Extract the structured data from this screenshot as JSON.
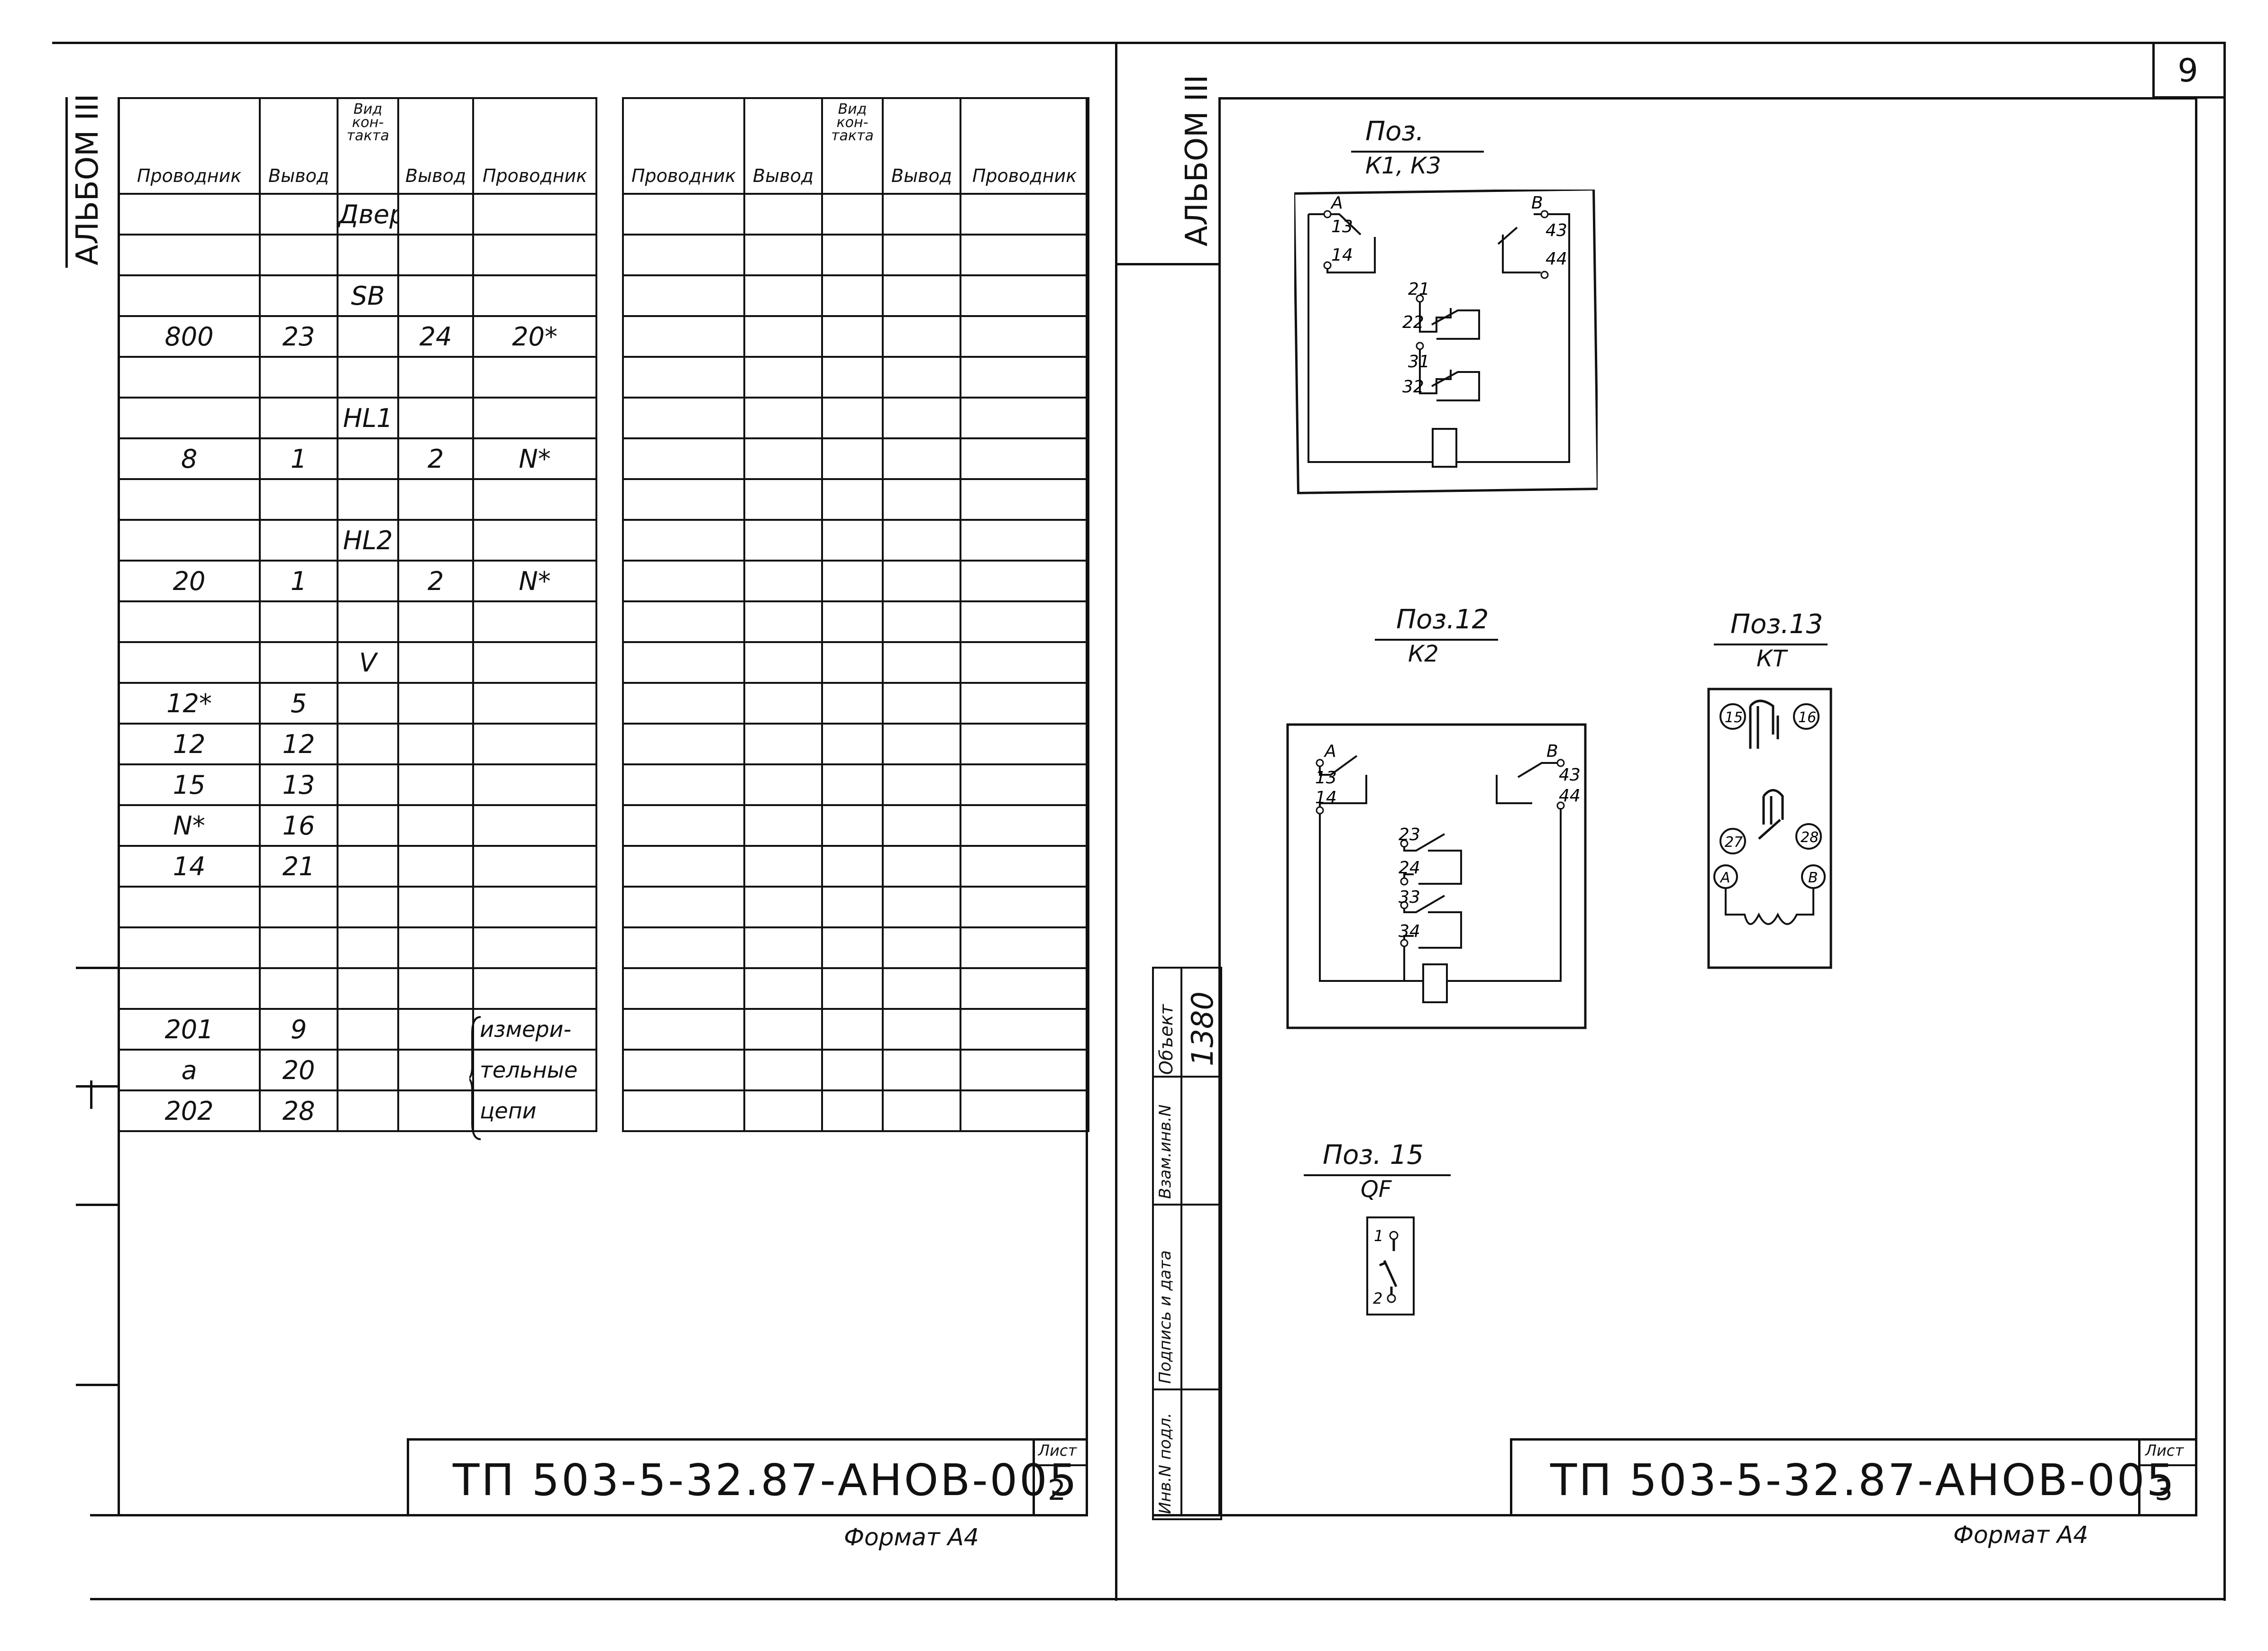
{
  "sheet_corner_number": "9",
  "album_label": "АЛЬБОМ III",
  "left_sheet": {
    "headers": [
      "Проводник",
      "Вывод",
      "Вид кон-такта",
      "Вывод",
      "Проводник"
    ],
    "right_headers": [
      "Проводник",
      "Вывод",
      "Вид кон-такта",
      "Вывод",
      "Проводник"
    ],
    "rows": [
      {
        "c0": "",
        "c1": "",
        "c2": "Дверь",
        "c3": "",
        "c4": ""
      },
      {
        "c0": "",
        "c1": "",
        "c2": "",
        "c3": "",
        "c4": ""
      },
      {
        "c0": "",
        "c1": "",
        "c2": "SB",
        "c3": "",
        "c4": ""
      },
      {
        "c0": "800",
        "c1": "23",
        "c2": "",
        "c3": "24",
        "c4": "20*"
      },
      {
        "c0": "",
        "c1": "",
        "c2": "",
        "c3": "",
        "c4": ""
      },
      {
        "c0": "",
        "c1": "",
        "c2": "HL1",
        "c3": "",
        "c4": ""
      },
      {
        "c0": "8",
        "c1": "1",
        "c2": "",
        "c3": "2",
        "c4": "N*"
      },
      {
        "c0": "",
        "c1": "",
        "c2": "",
        "c3": "",
        "c4": ""
      },
      {
        "c0": "",
        "c1": "",
        "c2": "HL2",
        "c3": "",
        "c4": ""
      },
      {
        "c0": "20",
        "c1": "1",
        "c2": "",
        "c3": "2",
        "c4": "N*"
      },
      {
        "c0": "",
        "c1": "",
        "c2": "",
        "c3": "",
        "c4": ""
      },
      {
        "c0": "",
        "c1": "",
        "c2": "V",
        "c3": "",
        "c4": ""
      },
      {
        "c0": "12*",
        "c1": "5",
        "c2": "",
        "c3": "",
        "c4": ""
      },
      {
        "c0": "12",
        "c1": "12",
        "c2": "",
        "c3": "",
        "c4": ""
      },
      {
        "c0": "15",
        "c1": "13",
        "c2": "",
        "c3": "",
        "c4": ""
      },
      {
        "c0": "N*",
        "c1": "16",
        "c2": "",
        "c3": "",
        "c4": ""
      },
      {
        "c0": "14",
        "c1": "21",
        "c2": "",
        "c3": "",
        "c4": ""
      },
      {
        "c0": "",
        "c1": "",
        "c2": "",
        "c3": "",
        "c4": ""
      },
      {
        "c0": "",
        "c1": "",
        "c2": "",
        "c3": "",
        "c4": ""
      },
      {
        "c0": "",
        "c1": "",
        "c2": "",
        "c3": "",
        "c4": ""
      },
      {
        "c0": "201",
        "c1": "9",
        "c2": "",
        "c3": "",
        "c4": "измери-"
      },
      {
        "c0": "a",
        "c1": "20",
        "c2": "",
        "c3": "",
        "c4": "тельные"
      },
      {
        "c0": "202",
        "c1": "28",
        "c2": "",
        "c3": "",
        "c4": "цепи"
      }
    ],
    "stamp_code": "ТП 503-5-32.87-АНОВ-005",
    "sheet_label": "Лист",
    "sheet_number": "2",
    "format": "Формат А4"
  },
  "right_sheet": {
    "pos_k1k3": {
      "title": "Поз.",
      "sub": "К1, К3",
      "labels": [
        "А",
        "13",
        "14",
        "В",
        "43",
        "44",
        "21",
        "22",
        "31",
        "32"
      ]
    },
    "pos_12": {
      "title": "Поз.12",
      "sub": "К2",
      "labels": [
        "А",
        "13",
        "14",
        "В",
        "43",
        "44",
        "23",
        "24",
        "33",
        "34"
      ]
    },
    "pos_13": {
      "title": "Поз.13",
      "sub": "КТ",
      "labels": [
        "15",
        "16",
        "27",
        "28",
        "А",
        "В"
      ]
    },
    "pos_15": {
      "title": "Поз. 15",
      "sub": "QF",
      "labels": [
        "1",
        "2"
      ]
    },
    "side_stamp": {
      "object_label": "Объект",
      "object_value": "1380",
      "fields": [
        "Взам.инв.N",
        "Подпись и дата",
        "Инв.N подл."
      ]
    },
    "stamp_code": "ТП 503-5-32.87-АНОВ-005",
    "sheet_label": "Лист",
    "sheet_number": "3",
    "format": "Формат А4"
  }
}
